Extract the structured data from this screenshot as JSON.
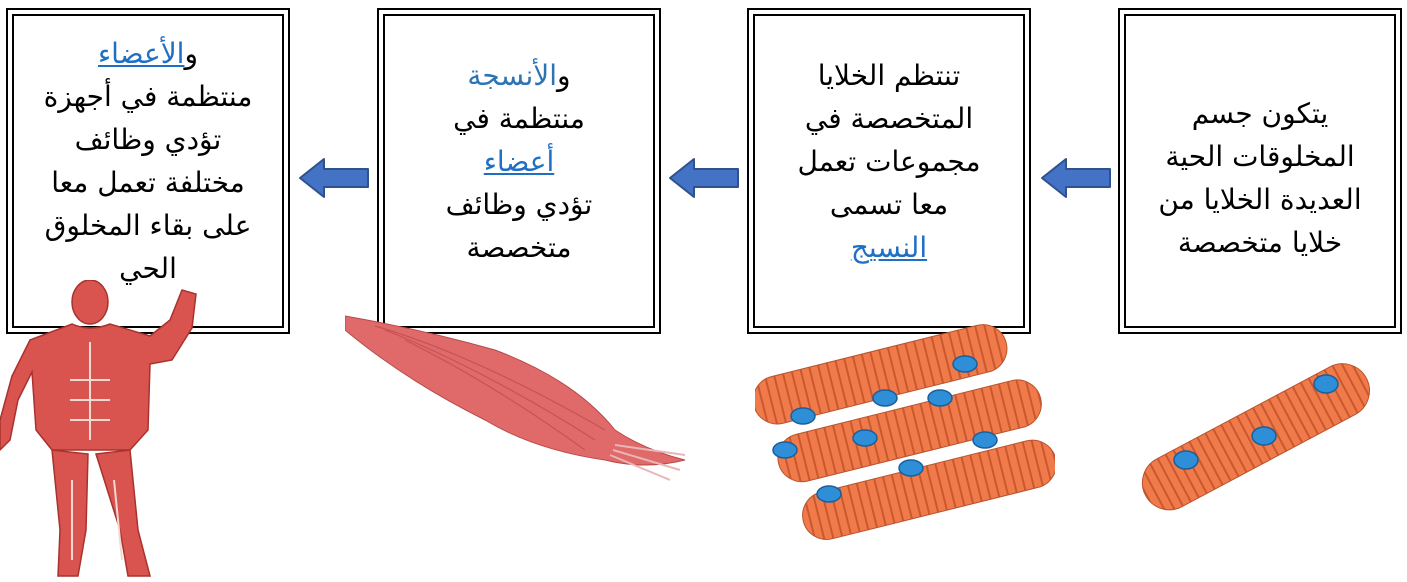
{
  "boxes": [
    {
      "id": "organism-box",
      "lines": [
        "الأعضاء",
        "منتظمة في أجهزة",
        "تؤدي وظائف",
        "مختلفة تعمل معا",
        "على بقاء المخلوق",
        "الحي"
      ]
    },
    {
      "id": "organ-box",
      "lines": [
        "الأنسجة",
        "منتظمة في",
        "أعضاء",
        "تؤدي وظائف",
        "متخصصة"
      ]
    },
    {
      "id": "tissue-box",
      "lines": [
        "تنتظم الخلايا",
        "المتخصصة في",
        "مجموعات تعمل",
        "معا تسمى",
        "النسيج"
      ]
    },
    {
      "id": "cell-box",
      "lines": [
        "يتكون جسم",
        "المخلوقات الحية",
        "العديدة الخلايا من",
        "خلايا متخصصة"
      ]
    }
  ],
  "prefix": "و",
  "colors": {
    "arrow": "#4472c4",
    "arrow_stroke": "#2f528f",
    "term": "#2e74b5",
    "link": "#1f6fc5",
    "muscle": "#e8735a",
    "nucleus": "#2e8fd8"
  }
}
